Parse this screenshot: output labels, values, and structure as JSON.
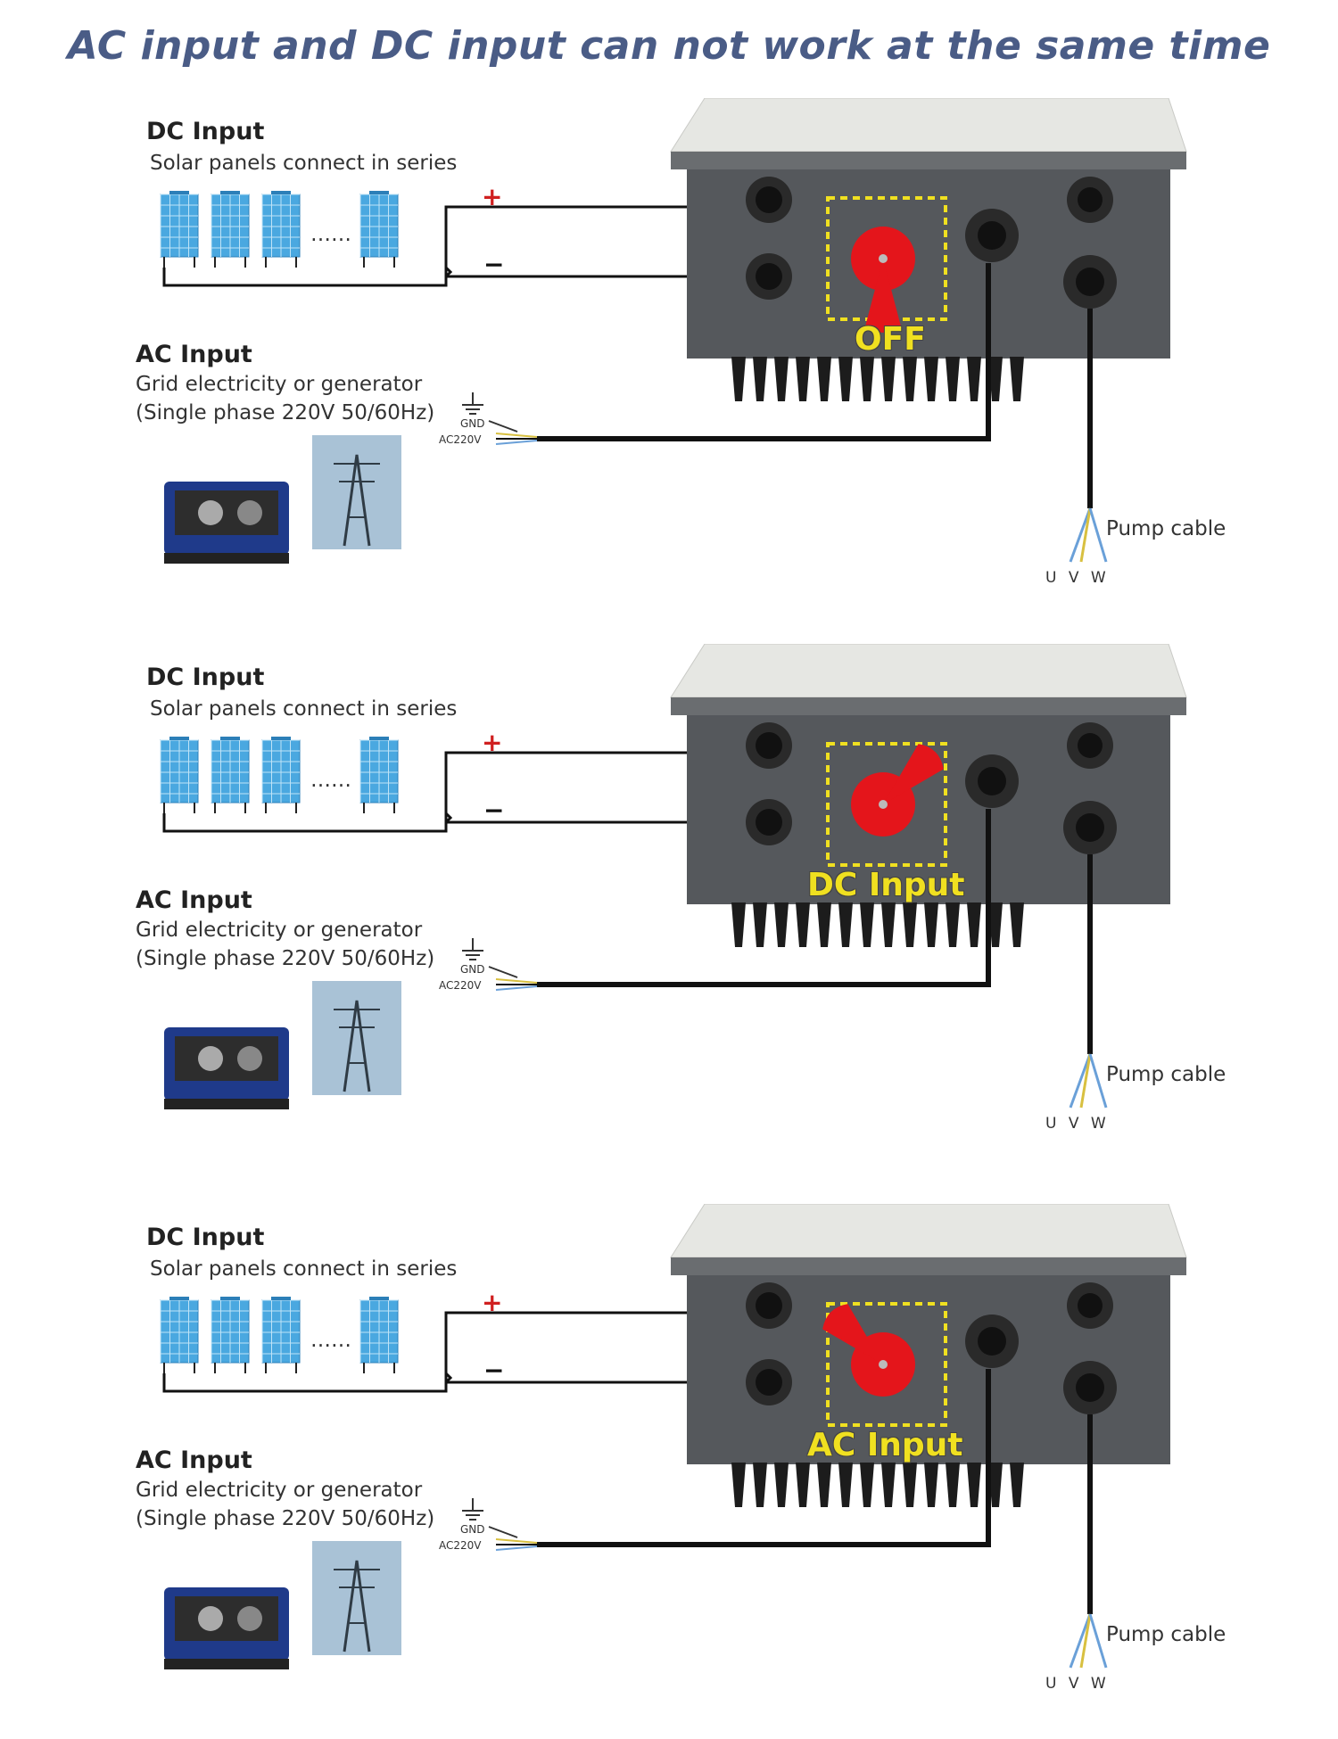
{
  "title": "AC input and DC input can not work at the same time",
  "panels": [
    {
      "state_label": "OFF",
      "dc": {
        "title": "DC Input",
        "subtitle": "Solar panels connect in series",
        "plus": "+",
        "minus": "−",
        "dots": "……"
      },
      "ac": {
        "title": "AC Input",
        "line1": "Grid electricity or generator",
        "line2": "(Single phase 220V 50/60Hz)",
        "gnd": "GND",
        "ac220v": "AC220V"
      },
      "pump": {
        "label": "Pump cable",
        "uvw": "U V W"
      }
    },
    {
      "state_label": "DC Input",
      "dc": {
        "title": "DC Input",
        "subtitle": "Solar panels connect in series",
        "plus": "+",
        "minus": "−",
        "dots": "……"
      },
      "ac": {
        "title": "AC Input",
        "line1": "Grid electricity or generator",
        "line2": "(Single phase 220V 50/60Hz)",
        "gnd": "GND",
        "ac220v": "AC220V"
      },
      "pump": {
        "label": "Pump cable",
        "uvw": "U V W"
      }
    },
    {
      "state_label": "AC Input",
      "dc": {
        "title": "DC Input",
        "subtitle": "Solar panels connect in series",
        "plus": "+",
        "minus": "−",
        "dots": "……"
      },
      "ac": {
        "title": "AC Input",
        "line1": "Grid electricity or generator",
        "line2": "(Single phase 220V 50/60Hz)",
        "gnd": "GND",
        "ac220v": "AC220V"
      },
      "pump": {
        "label": "Pump cable",
        "uvw": "U V W"
      }
    }
  ],
  "colors": {
    "title": "#4a5c86",
    "switch_red": "#e4151b",
    "highlight_dashes": "#f0e020",
    "solar_blue": "#4aa8e0",
    "enclosure": "#55585c",
    "lid": "#e6e7e3"
  },
  "icons": [
    "solar-panel-icon",
    "generator-icon",
    "power-tower-icon",
    "ground-icon",
    "rotary-switch-icon",
    "inverter-icon"
  ]
}
